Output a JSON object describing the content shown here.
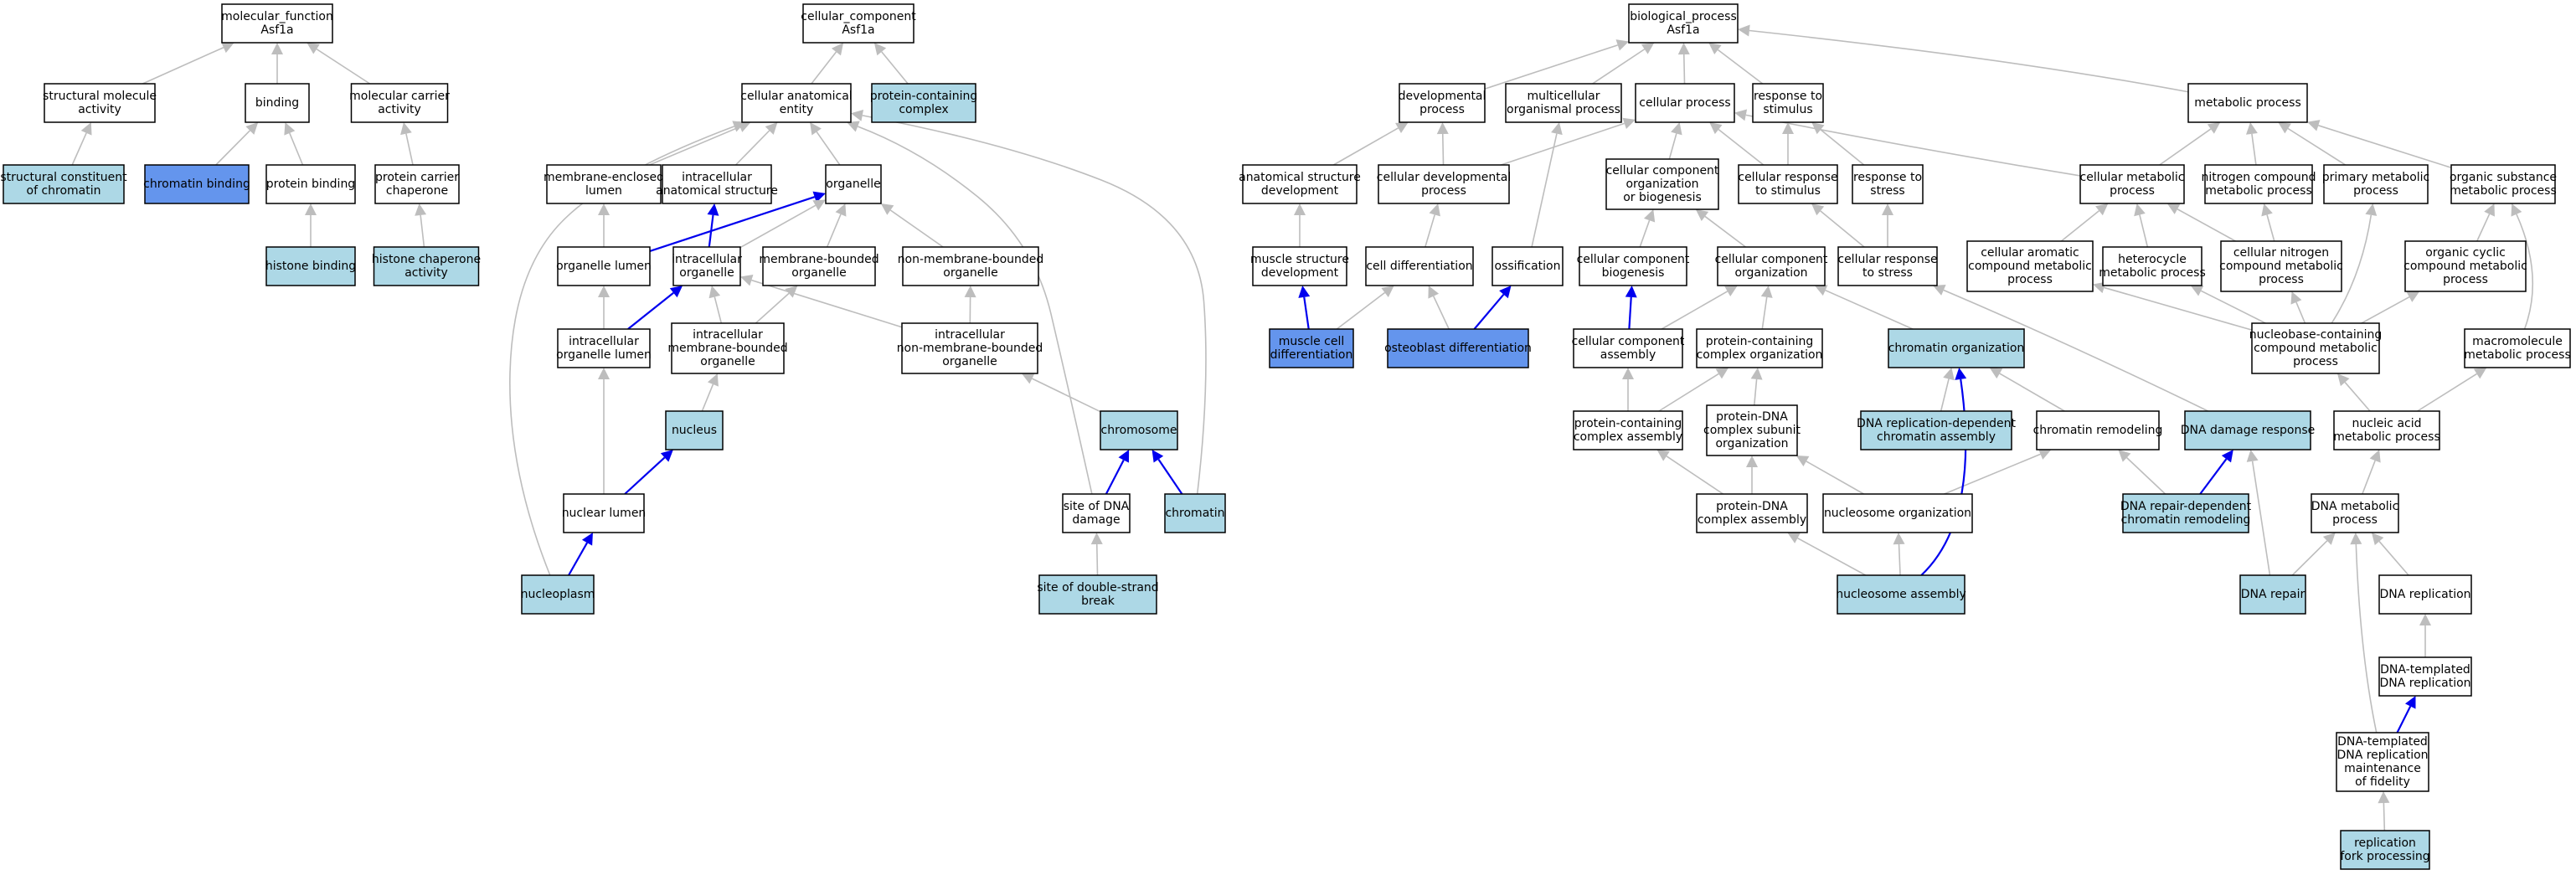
{
  "colors": {
    "plain": "#ffffff",
    "light": "#add8e6",
    "dark": "#6495ed",
    "edge_gray": "#bdbdbd",
    "edge_blue": "#0000ee"
  },
  "nodes": [
    {
      "id": "mf",
      "lines": [
        "molecular_function",
        "Asf1a"
      ],
      "fill": "plain"
    },
    {
      "id": "mf_struct",
      "lines": [
        "structural molecule",
        "activity"
      ],
      "fill": "plain"
    },
    {
      "id": "mf_binding",
      "lines": [
        "binding"
      ],
      "fill": "plain"
    },
    {
      "id": "mf_carrier",
      "lines": [
        "molecular carrier",
        "activity"
      ],
      "fill": "plain"
    },
    {
      "id": "mf_sc_chrom",
      "lines": [
        "structural constituent",
        "of chromatin"
      ],
      "fill": "light"
    },
    {
      "id": "mf_chrom_bind",
      "lines": [
        "chromatin binding"
      ],
      "fill": "dark"
    },
    {
      "id": "mf_prot_bind",
      "lines": [
        "protein binding"
      ],
      "fill": "plain"
    },
    {
      "id": "mf_carrier_chap",
      "lines": [
        "protein carrier",
        "chaperone"
      ],
      "fill": "plain"
    },
    {
      "id": "mf_histone_bind",
      "lines": [
        "histone binding"
      ],
      "fill": "light"
    },
    {
      "id": "mf_histone_chap",
      "lines": [
        "histone chaperone",
        "activity"
      ],
      "fill": "light"
    },
    {
      "id": "cc",
      "lines": [
        "cellular_component",
        "Asf1a"
      ],
      "fill": "plain"
    },
    {
      "id": "cc_anat",
      "lines": [
        "cellular anatomical",
        "entity"
      ],
      "fill": "plain"
    },
    {
      "id": "cc_prot_complex",
      "lines": [
        "protein-containing",
        "complex"
      ],
      "fill": "light"
    },
    {
      "id": "cc_mem_lumen",
      "lines": [
        "membrane-enclosed",
        "lumen"
      ],
      "fill": "plain"
    },
    {
      "id": "cc_intra_anat",
      "lines": [
        "intracellular",
        "anatomical structure"
      ],
      "fill": "plain"
    },
    {
      "id": "cc_organelle",
      "lines": [
        "organelle"
      ],
      "fill": "plain"
    },
    {
      "id": "cc_org_lumen",
      "lines": [
        "organelle lumen"
      ],
      "fill": "plain"
    },
    {
      "id": "cc_intra_org",
      "lines": [
        "intracellular",
        "organelle"
      ],
      "fill": "plain"
    },
    {
      "id": "cc_mb_org",
      "lines": [
        "membrane-bounded",
        "organelle"
      ],
      "fill": "plain"
    },
    {
      "id": "cc_nmb_org",
      "lines": [
        "non-membrane-bounded",
        "organelle"
      ],
      "fill": "plain"
    },
    {
      "id": "cc_intra_org_lumen",
      "lines": [
        "intracellular",
        "organelle lumen"
      ],
      "fill": "plain"
    },
    {
      "id": "cc_intra_mb_org",
      "lines": [
        "intracellular",
        "membrane-bounded",
        "organelle"
      ],
      "fill": "plain"
    },
    {
      "id": "cc_intra_nmb_org",
      "lines": [
        "intracellular",
        "non-membrane-bounded",
        "organelle"
      ],
      "fill": "plain"
    },
    {
      "id": "cc_nucleus",
      "lines": [
        "nucleus"
      ],
      "fill": "light"
    },
    {
      "id": "cc_chromosome",
      "lines": [
        "chromosome"
      ],
      "fill": "light"
    },
    {
      "id": "cc_nuc_lumen",
      "lines": [
        "nuclear lumen"
      ],
      "fill": "plain"
    },
    {
      "id": "cc_dna_damage_site",
      "lines": [
        "site of DNA",
        "damage"
      ],
      "fill": "plain"
    },
    {
      "id": "cc_chromatin",
      "lines": [
        "chromatin"
      ],
      "fill": "light"
    },
    {
      "id": "cc_nucleoplasm",
      "lines": [
        "nucleoplasm"
      ],
      "fill": "light"
    },
    {
      "id": "cc_dsb_site",
      "lines": [
        "site of double-strand",
        "break"
      ],
      "fill": "light"
    },
    {
      "id": "bp",
      "lines": [
        "biological_process",
        "Asf1a"
      ],
      "fill": "plain"
    },
    {
      "id": "bp_dev",
      "lines": [
        "developmental",
        "process"
      ],
      "fill": "plain"
    },
    {
      "id": "bp_multi",
      "lines": [
        "multicellular",
        "organismal process"
      ],
      "fill": "plain"
    },
    {
      "id": "bp_cell_proc",
      "lines": [
        "cellular process"
      ],
      "fill": "plain"
    },
    {
      "id": "bp_resp_stim",
      "lines": [
        "response to",
        "stimulus"
      ],
      "fill": "plain"
    },
    {
      "id": "bp_metab",
      "lines": [
        "metabolic process"
      ],
      "fill": "plain"
    },
    {
      "id": "bp_anat_dev",
      "lines": [
        "anatomical structure",
        "development"
      ],
      "fill": "plain"
    },
    {
      "id": "bp_cell_dev",
      "lines": [
        "cellular developmental",
        "process"
      ],
      "fill": "plain"
    },
    {
      "id": "bp_cc_org_bio",
      "lines": [
        "cellular component",
        "organization",
        "or biogenesis"
      ],
      "fill": "plain"
    },
    {
      "id": "bp_cell_resp_stim",
      "lines": [
        "cellular response",
        "to stimulus"
      ],
      "fill": "plain"
    },
    {
      "id": "bp_resp_stress",
      "lines": [
        "response to",
        "stress"
      ],
      "fill": "plain"
    },
    {
      "id": "bp_cell_metab",
      "lines": [
        "cellular metabolic",
        "process"
      ],
      "fill": "plain"
    },
    {
      "id": "bp_n_comp_metab",
      "lines": [
        "nitrogen compound",
        "metabolic process"
      ],
      "fill": "plain"
    },
    {
      "id": "bp_prim_metab",
      "lines": [
        "primary metabolic",
        "process"
      ],
      "fill": "plain"
    },
    {
      "id": "bp_org_sub_metab",
      "lines": [
        "organic substance",
        "metabolic process"
      ],
      "fill": "plain"
    },
    {
      "id": "bp_muscle_dev",
      "lines": [
        "muscle structure",
        "development"
      ],
      "fill": "plain"
    },
    {
      "id": "bp_cell_diff",
      "lines": [
        "cell differentiation"
      ],
      "fill": "plain"
    },
    {
      "id": "bp_ossif",
      "lines": [
        "ossification"
      ],
      "fill": "plain"
    },
    {
      "id": "bp_cc_bio",
      "lines": [
        "cellular component",
        "biogenesis"
      ],
      "fill": "plain"
    },
    {
      "id": "bp_cc_org",
      "lines": [
        "cellular component",
        "organization"
      ],
      "fill": "plain"
    },
    {
      "id": "bp_cell_resp_stress",
      "lines": [
        "cellular response",
        "to stress"
      ],
      "fill": "plain"
    },
    {
      "id": "bp_arom_metab",
      "lines": [
        "cellular aromatic",
        "compound metabolic",
        "process"
      ],
      "fill": "plain"
    },
    {
      "id": "bp_hetero_metab",
      "lines": [
        "heterocycle",
        "metabolic process"
      ],
      "fill": "plain"
    },
    {
      "id": "bp_cell_n_metab",
      "lines": [
        "cellular nitrogen",
        "compound metabolic",
        "process"
      ],
      "fill": "plain"
    },
    {
      "id": "bp_org_cyclic_metab",
      "lines": [
        "organic cyclic",
        "compound metabolic",
        "process"
      ],
      "fill": "plain"
    },
    {
      "id": "bp_muscle_cell_diff",
      "lines": [
        "muscle cell",
        "differentiation"
      ],
      "fill": "dark"
    },
    {
      "id": "bp_osteo_diff",
      "lines": [
        "osteoblast differentiation"
      ],
      "fill": "dark"
    },
    {
      "id": "bp_cc_assembly",
      "lines": [
        "cellular component",
        "assembly"
      ],
      "fill": "plain"
    },
    {
      "id": "bp_pc_org",
      "lines": [
        "protein-containing",
        "complex organization"
      ],
      "fill": "plain"
    },
    {
      "id": "bp_chrom_org",
      "lines": [
        "chromatin organization"
      ],
      "fill": "light"
    },
    {
      "id": "bp_nucleobase_metab",
      "lines": [
        "nucleobase-containing",
        "compound metabolic",
        "process"
      ],
      "fill": "plain"
    },
    {
      "id": "bp_macro_metab",
      "lines": [
        "macromolecule",
        "metabolic process"
      ],
      "fill": "plain"
    },
    {
      "id": "bp_pc_assembly",
      "lines": [
        "protein-containing",
        "complex assembly"
      ],
      "fill": "plain"
    },
    {
      "id": "bp_pdna_subunit",
      "lines": [
        "protein-DNA",
        "complex subunit",
        "organization"
      ],
      "fill": "plain"
    },
    {
      "id": "bp_dna_rep_chrom",
      "lines": [
        "DNA replication-dependent",
        "chromatin assembly"
      ],
      "fill": "light"
    },
    {
      "id": "bp_chrom_remod",
      "lines": [
        "chromatin remodeling"
      ],
      "fill": "plain"
    },
    {
      "id": "bp_dna_dmg_resp",
      "lines": [
        "DNA damage response"
      ],
      "fill": "light"
    },
    {
      "id": "bp_nucleic_metab",
      "lines": [
        "nucleic acid",
        "metabolic process"
      ],
      "fill": "plain"
    },
    {
      "id": "bp_pdna_assembly",
      "lines": [
        "protein-DNA",
        "complex assembly"
      ],
      "fill": "plain"
    },
    {
      "id": "bp_nucleosome_org",
      "lines": [
        "nucleosome organization"
      ],
      "fill": "plain"
    },
    {
      "id": "bp_dna_repair_chrom",
      "lines": [
        "DNA repair-dependent",
        "chromatin remodeling"
      ],
      "fill": "light"
    },
    {
      "id": "bp_dna_metab",
      "lines": [
        "DNA metabolic",
        "process"
      ],
      "fill": "plain"
    },
    {
      "id": "bp_nucleosome_assembly",
      "lines": [
        "nucleosome assembly"
      ],
      "fill": "light"
    },
    {
      "id": "bp_dna_repair",
      "lines": [
        "DNA repair"
      ],
      "fill": "light"
    },
    {
      "id": "bp_dna_rep",
      "lines": [
        "DNA replication"
      ],
      "fill": "plain"
    },
    {
      "id": "bp_dna_templ_rep",
      "lines": [
        "DNA-templated",
        "DNA replication"
      ],
      "fill": "plain"
    },
    {
      "id": "bp_dna_templ_fid",
      "lines": [
        "DNA-templated",
        "DNA replication",
        "maintenance",
        "of fidelity"
      ],
      "fill": "plain"
    },
    {
      "id": "bp_rep_fork",
      "lines": [
        "replication",
        "fork processing"
      ],
      "fill": "light"
    }
  ],
  "edges": [
    [
      "mf_struct",
      "mf",
      "g"
    ],
    [
      "mf_binding",
      "mf",
      "g"
    ],
    [
      "mf_carrier",
      "mf",
      "g"
    ],
    [
      "mf_sc_chrom",
      "mf_struct",
      "g"
    ],
    [
      "mf_chrom_bind",
      "mf_binding",
      "g"
    ],
    [
      "mf_prot_bind",
      "mf_binding",
      "g"
    ],
    [
      "mf_carrier_chap",
      "mf_carrier",
      "g"
    ],
    [
      "mf_histone_bind",
      "mf_prot_bind",
      "g"
    ],
    [
      "mf_histone_chap",
      "mf_carrier_chap",
      "g"
    ],
    [
      "cc_anat",
      "cc",
      "g"
    ],
    [
      "cc_prot_complex",
      "cc",
      "g"
    ],
    [
      "cc_mem_lumen",
      "cc_anat",
      "g"
    ],
    [
      "cc_intra_anat",
      "cc_anat",
      "g"
    ],
    [
      "cc_organelle",
      "cc_anat",
      "g"
    ],
    [
      "cc_org_lumen",
      "cc_mem_lumen",
      "g"
    ],
    [
      "cc_org_lumen",
      "cc_organelle",
      "b"
    ],
    [
      "cc_intra_org",
      "cc_intra_anat",
      "b"
    ],
    [
      "cc_intra_org",
      "cc_organelle",
      "g"
    ],
    [
      "cc_mb_org",
      "cc_organelle",
      "g"
    ],
    [
      "cc_nmb_org",
      "cc_organelle",
      "g"
    ],
    [
      "cc_intra_org_lumen",
      "cc_org_lumen",
      "g"
    ],
    [
      "cc_intra_org_lumen",
      "cc_intra_org",
      "b"
    ],
    [
      "cc_intra_mb_org",
      "cc_intra_org",
      "g"
    ],
    [
      "cc_intra_mb_org",
      "cc_mb_org",
      "g"
    ],
    [
      "cc_intra_nmb_org",
      "cc_nmb_org",
      "g"
    ],
    [
      "cc_intra_nmb_org",
      "cc_intra_org",
      "g"
    ],
    [
      "cc_nucleus",
      "cc_intra_mb_org",
      "g"
    ],
    [
      "cc_chromosome",
      "cc_intra_nmb_org",
      "g"
    ],
    [
      "cc_nuc_lumen",
      "cc_intra_org_lumen",
      "g"
    ],
    [
      "cc_nuc_lumen",
      "cc_nucleus",
      "b"
    ],
    [
      "cc_dna_damage_site",
      "cc_chromosome",
      "b"
    ],
    [
      "cc_dna_damage_site",
      "cc_anat",
      "g"
    ],
    [
      "cc_chromatin",
      "cc_chromosome",
      "b"
    ],
    [
      "cc_chromatin",
      "cc_anat",
      "g"
    ],
    [
      "cc_nucleoplasm",
      "cc_nuc_lumen",
      "b"
    ],
    [
      "cc_nucleoplasm",
      "cc_anat",
      "g"
    ],
    [
      "cc_dsb_site",
      "cc_dna_damage_site",
      "g"
    ],
    [
      "bp_dev",
      "bp",
      "g"
    ],
    [
      "bp_multi",
      "bp",
      "g"
    ],
    [
      "bp_cell_proc",
      "bp",
      "g"
    ],
    [
      "bp_resp_stim",
      "bp",
      "g"
    ],
    [
      "bp_metab",
      "bp",
      "g"
    ],
    [
      "bp_anat_dev",
      "bp_dev",
      "g"
    ],
    [
      "bp_cell_dev",
      "bp_dev",
      "g"
    ],
    [
      "bp_cell_dev",
      "bp_cell_proc",
      "g"
    ],
    [
      "bp_cc_org_bio",
      "bp_cell_proc",
      "g"
    ],
    [
      "bp_cell_resp_stim",
      "bp_cell_proc",
      "g"
    ],
    [
      "bp_cell_resp_stim",
      "bp_resp_stim",
      "g"
    ],
    [
      "bp_resp_stress",
      "bp_resp_stim",
      "g"
    ],
    [
      "bp_cell_metab",
      "bp_metab",
      "g"
    ],
    [
      "bp_cell_metab",
      "bp_cell_proc",
      "g"
    ],
    [
      "bp_n_comp_metab",
      "bp_metab",
      "g"
    ],
    [
      "bp_prim_metab",
      "bp_metab",
      "g"
    ],
    [
      "bp_org_sub_metab",
      "bp_metab",
      "g"
    ],
    [
      "bp_muscle_dev",
      "bp_anat_dev",
      "g"
    ],
    [
      "bp_cell_diff",
      "bp_cell_dev",
      "g"
    ],
    [
      "bp_ossif",
      "bp_multi",
      "g"
    ],
    [
      "bp_cc_bio",
      "bp_cc_org_bio",
      "g"
    ],
    [
      "bp_cc_org",
      "bp_cc_org_bio",
      "g"
    ],
    [
      "bp_cell_resp_stress",
      "bp_cell_resp_stim",
      "g"
    ],
    [
      "bp_cell_resp_stress",
      "bp_resp_stress",
      "g"
    ],
    [
      "bp_arom_metab",
      "bp_cell_metab",
      "g"
    ],
    [
      "bp_hetero_metab",
      "bp_cell_metab",
      "g"
    ],
    [
      "bp_cell_n_metab",
      "bp_cell_metab",
      "g"
    ],
    [
      "bp_cell_n_metab",
      "bp_n_comp_metab",
      "g"
    ],
    [
      "bp_org_cyclic_metab",
      "bp_org_sub_metab",
      "g"
    ],
    [
      "bp_muscle_cell_diff",
      "bp_muscle_dev",
      "b"
    ],
    [
      "bp_muscle_cell_diff",
      "bp_cell_diff",
      "g"
    ],
    [
      "bp_osteo_diff",
      "bp_cell_diff",
      "g"
    ],
    [
      "bp_osteo_diff",
      "bp_ossif",
      "b"
    ],
    [
      "bp_cc_assembly",
      "bp_cc_bio",
      "b"
    ],
    [
      "bp_cc_assembly",
      "bp_cc_org",
      "g"
    ],
    [
      "bp_pc_org",
      "bp_cc_org",
      "g"
    ],
    [
      "bp_chrom_org",
      "bp_cc_org",
      "g"
    ],
    [
      "bp_nucleobase_metab",
      "bp_arom_metab",
      "g"
    ],
    [
      "bp_nucleobase_metab",
      "bp_hetero_metab",
      "g"
    ],
    [
      "bp_nucleobase_metab",
      "bp_cell_n_metab",
      "g"
    ],
    [
      "bp_nucleobase_metab",
      "bp_org_cyclic_metab",
      "g"
    ],
    [
      "bp_nucleobase_metab",
      "bp_prim_metab",
      "g"
    ],
    [
      "bp_macro_metab",
      "bp_org_sub_metab",
      "g"
    ],
    [
      "bp_pc_assembly",
      "bp_cc_assembly",
      "g"
    ],
    [
      "bp_pc_assembly",
      "bp_pc_org",
      "g"
    ],
    [
      "bp_pdna_subunit",
      "bp_pc_org",
      "g"
    ],
    [
      "bp_dna_rep_chrom",
      "bp_chrom_org",
      "g"
    ],
    [
      "bp_chrom_remod",
      "bp_chrom_org",
      "g"
    ],
    [
      "bp_dna_dmg_resp",
      "bp_cell_resp_stress",
      "g"
    ],
    [
      "bp_nucleic_metab",
      "bp_nucleobase_metab",
      "g"
    ],
    [
      "bp_nucleic_metab",
      "bp_macro_metab",
      "g"
    ],
    [
      "bp_pdna_assembly",
      "bp_pc_assembly",
      "g"
    ],
    [
      "bp_pdna_assembly",
      "bp_pdna_subunit",
      "g"
    ],
    [
      "bp_nucleosome_org",
      "bp_pdna_subunit",
      "g"
    ],
    [
      "bp_nucleosome_org",
      "bp_chrom_remod",
      "g"
    ],
    [
      "bp_dna_repair_chrom",
      "bp_chrom_remod",
      "g"
    ],
    [
      "bp_dna_repair_chrom",
      "bp_dna_dmg_resp",
      "b"
    ],
    [
      "bp_dna_metab",
      "bp_nucleic_metab",
      "g"
    ],
    [
      "bp_nucleosome_assembly",
      "bp_pdna_assembly",
      "g"
    ],
    [
      "bp_nucleosome_assembly",
      "bp_nucleosome_org",
      "g"
    ],
    [
      "bp_nucleosome_assembly",
      "bp_chrom_org",
      "b"
    ],
    [
      "bp_dna_repair",
      "bp_dna_metab",
      "g"
    ],
    [
      "bp_dna_repair",
      "bp_dna_dmg_resp",
      "g"
    ],
    [
      "bp_dna_rep",
      "bp_dna_metab",
      "g"
    ],
    [
      "bp_dna_templ_rep",
      "bp_dna_rep",
      "g"
    ],
    [
      "bp_dna_templ_fid",
      "bp_dna_templ_rep",
      "b"
    ],
    [
      "bp_dna_templ_fid",
      "bp_dna_metab",
      "g"
    ],
    [
      "bp_rep_fork",
      "bp_dna_templ_fid",
      "g"
    ]
  ]
}
